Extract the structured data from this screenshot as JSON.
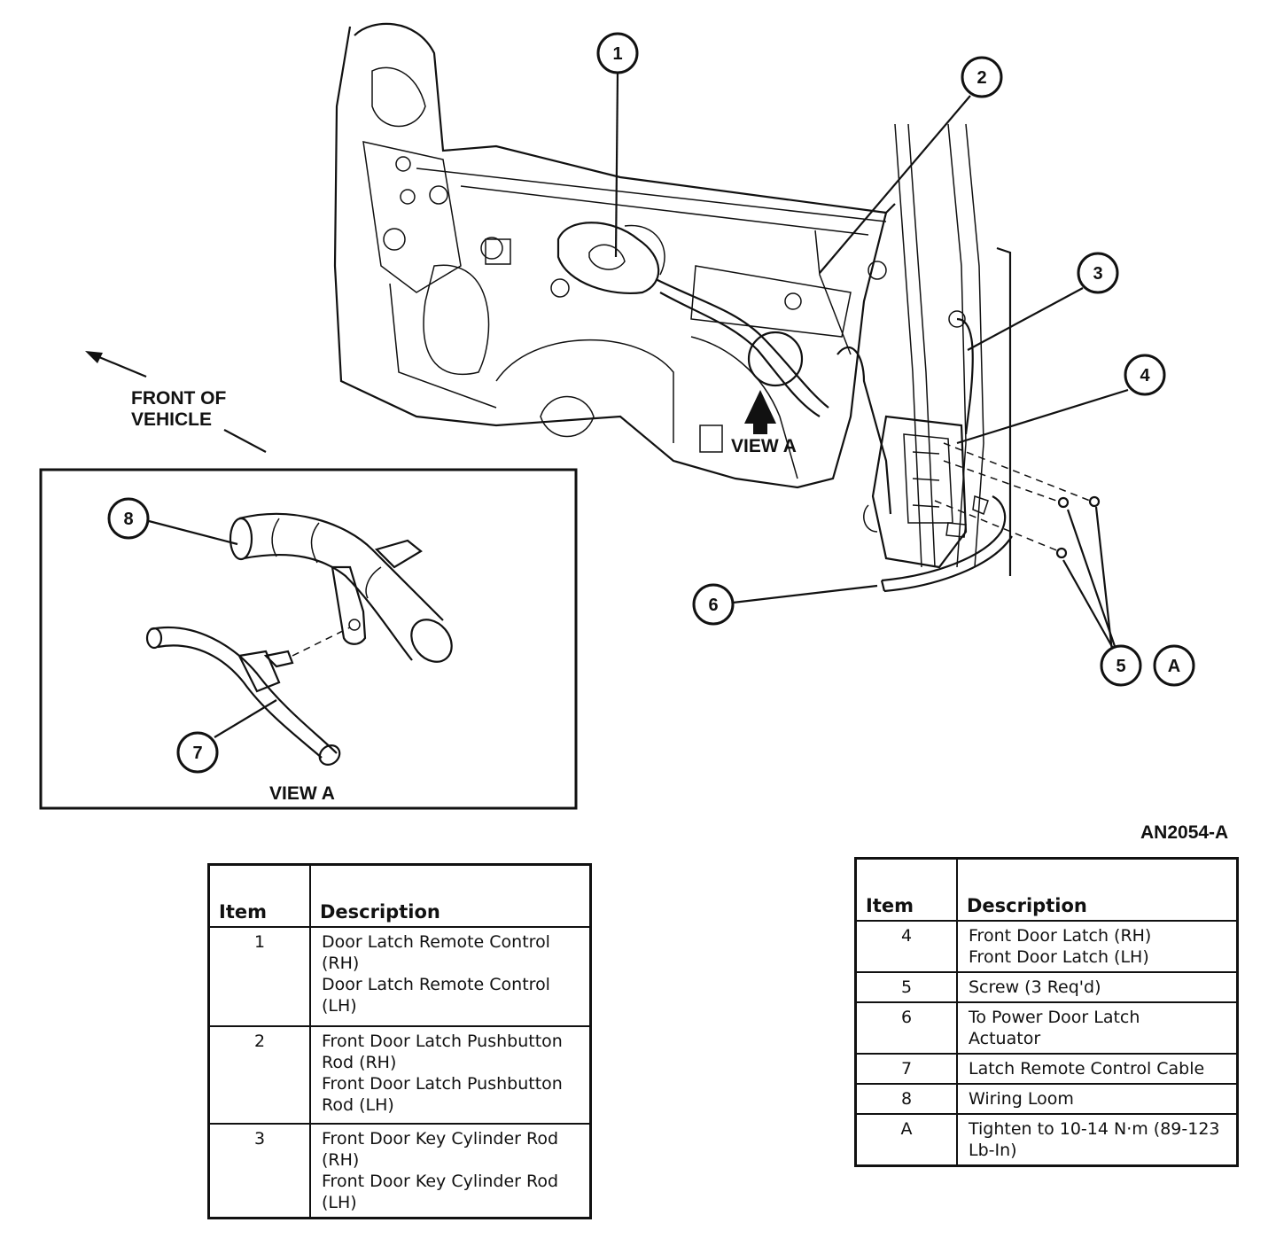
{
  "callouts": {
    "c1": "1",
    "c2": "2",
    "c3": "3",
    "c4": "4",
    "c5": "5",
    "c6": "6",
    "c7": "7",
    "c8": "8",
    "cA": "A"
  },
  "labels": {
    "front_of_vehicle_line1": "FRONT OF",
    "front_of_vehicle_line2": "VEHICLE",
    "view_a_pointer": "VIEW A",
    "view_a_inset": "VIEW A",
    "figure_id": "AN2054-A"
  },
  "table_left": {
    "header_item": "Item",
    "header_description": "Description",
    "rows": [
      {
        "item": "1",
        "description": "Door Latch Remote Control\n(RH)\nDoor Latch Remote Control\n(LH)"
      },
      {
        "item": "2",
        "description": "Front Door Latch Pushbutton\nRod (RH)\nFront Door Latch Pushbutton\nRod (LH)"
      },
      {
        "item": "3",
        "description": "Front Door Key Cylinder Rod\n(RH)\nFront Door Key Cylinder Rod\n(LH)"
      }
    ]
  },
  "table_right": {
    "header_item": "Item",
    "header_description": "Description",
    "rows": [
      {
        "item": "4",
        "description": "Front Door Latch (RH)\nFront Door Latch (LH)"
      },
      {
        "item": "5",
        "description": "Screw (3 Req'd)"
      },
      {
        "item": "6",
        "description": "To Power Door Latch\nActuator"
      },
      {
        "item": "7",
        "description": "Latch Remote Control Cable"
      },
      {
        "item": "8",
        "description": "Wiring Loom"
      },
      {
        "item": "A",
        "description": "Tighten to 10-14 N·m (89-123\nLb-In)"
      }
    ]
  }
}
